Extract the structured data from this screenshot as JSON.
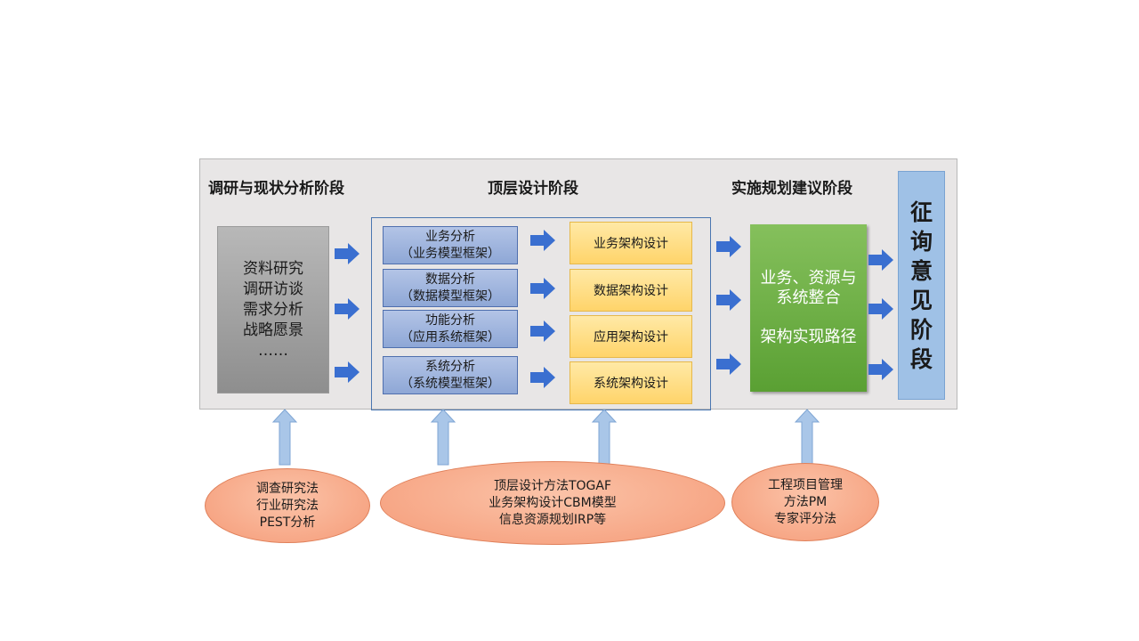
{
  "headings": {
    "research": "调研与现状分析阶段",
    "top_design": "顶层设计阶段",
    "implementation": "实施规划建议阶段"
  },
  "research_box": {
    "lines": [
      "资料研究",
      "调研访谈",
      "需求分析",
      "战略愿景",
      "……"
    ]
  },
  "analysis_boxes": [
    {
      "title": "业务分析",
      "subtitle": "（业务模型框架）"
    },
    {
      "title": "数据分析",
      "subtitle": "（数据模型框架）"
    },
    {
      "title": "功能分析",
      "subtitle": "（应用系统框架）"
    },
    {
      "title": "系统分析",
      "subtitle": "（系统模型框架）"
    }
  ],
  "design_boxes": [
    "业务架构设计",
    "数据架构设计",
    "应用架构设计",
    "系统架构设计"
  ],
  "integration_box": {
    "line1": "业务、资源与",
    "line2": "系统整合",
    "line3": "架构实现路径"
  },
  "consultation_box": {
    "chars": [
      "征",
      "询",
      "意",
      "见",
      "阶",
      "段"
    ]
  },
  "methods": [
    {
      "lines": [
        "调查研究法",
        "行业研究法",
        "PEST分析"
      ]
    },
    {
      "lines": [
        "顶层设计方法TOGAF",
        "业务架构设计CBM模型",
        "信息资源规划IRP等"
      ]
    },
    {
      "lines": [
        "工程项目管理",
        "方法PM",
        "专家评分法"
      ]
    }
  ],
  "colors": {
    "panel": "#e8e6e6",
    "arrow_right": "#3a6fd0",
    "arrow_up": "#a9c6e8",
    "green_box": "#6aae43",
    "ellipse": "#f7a886"
  }
}
